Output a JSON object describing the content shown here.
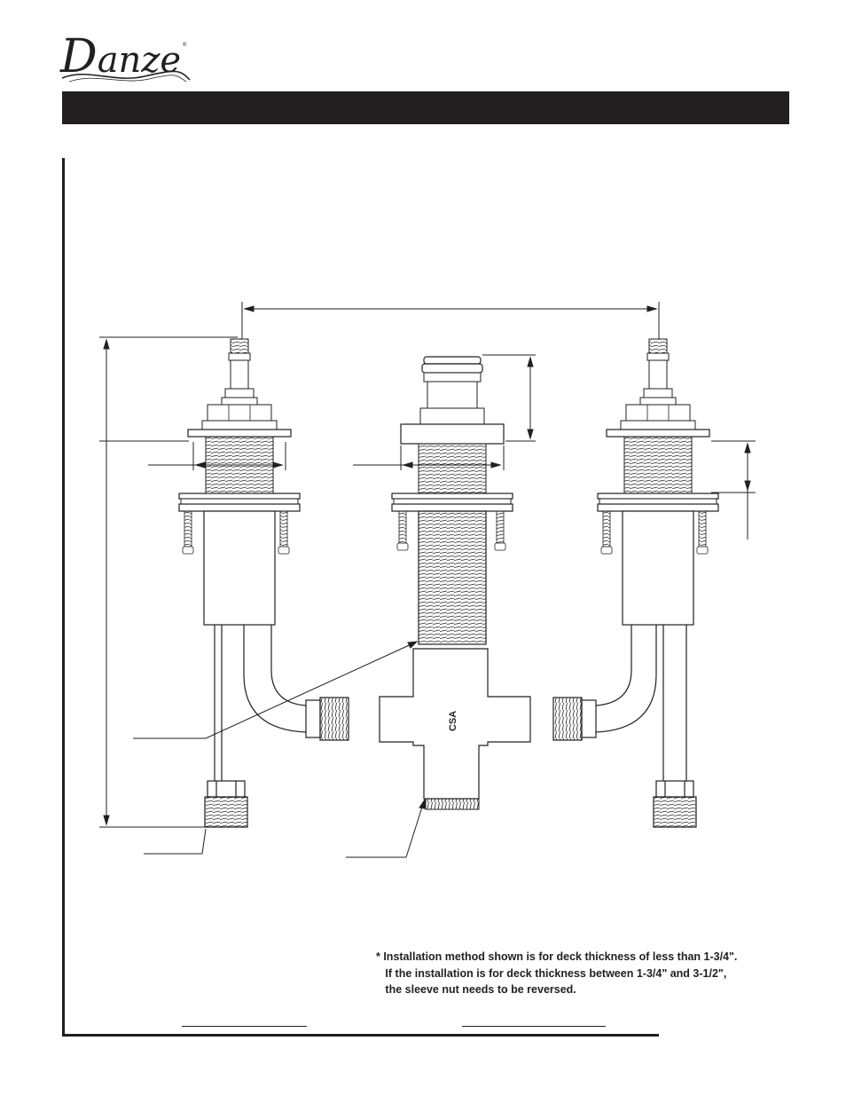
{
  "header": {
    "brand": "anze",
    "brand_initial": "D",
    "registered_mark": "®",
    "title_bar_text": ""
  },
  "drawing": {
    "valve_body_marking": "CSA"
  },
  "note": {
    "lines": [
      "* Installation method shown is for deck thickness of less than 1-3/4\".",
      "   If the installation is for deck thickness between 1-3/4\" and 3-1/2\",",
      "   the sleeve nut needs to be reversed."
    ]
  },
  "colors": {
    "ink": "#231f20",
    "paper": "#ffffff"
  }
}
